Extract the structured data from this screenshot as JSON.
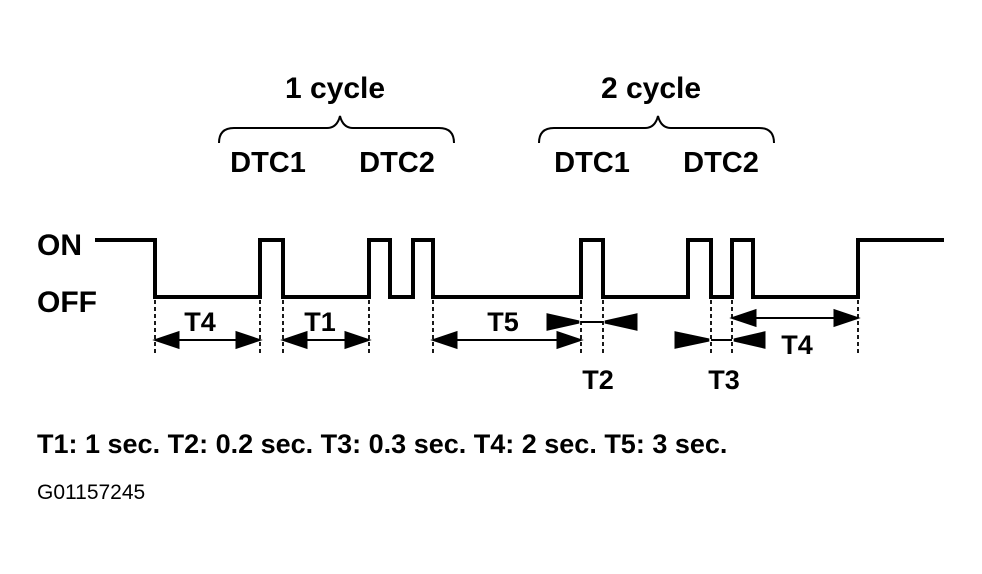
{
  "cycles": [
    {
      "label": "1 cycle",
      "codes": [
        "DTC1",
        "DTC2"
      ]
    },
    {
      "label": "2 cycle",
      "codes": [
        "DTC1",
        "DTC2"
      ]
    }
  ],
  "states": {
    "on": "ON",
    "off": "OFF"
  },
  "intervals": {
    "t1": "T1",
    "t2": "T2",
    "t3": "T3",
    "t4": "T4",
    "t5": "T5"
  },
  "legend": "T1: 1 sec. T2: 0.2 sec. T3: 0.3 sec. T4: 2 sec. T5: 3 sec.",
  "figure_code": "G01157245"
}
